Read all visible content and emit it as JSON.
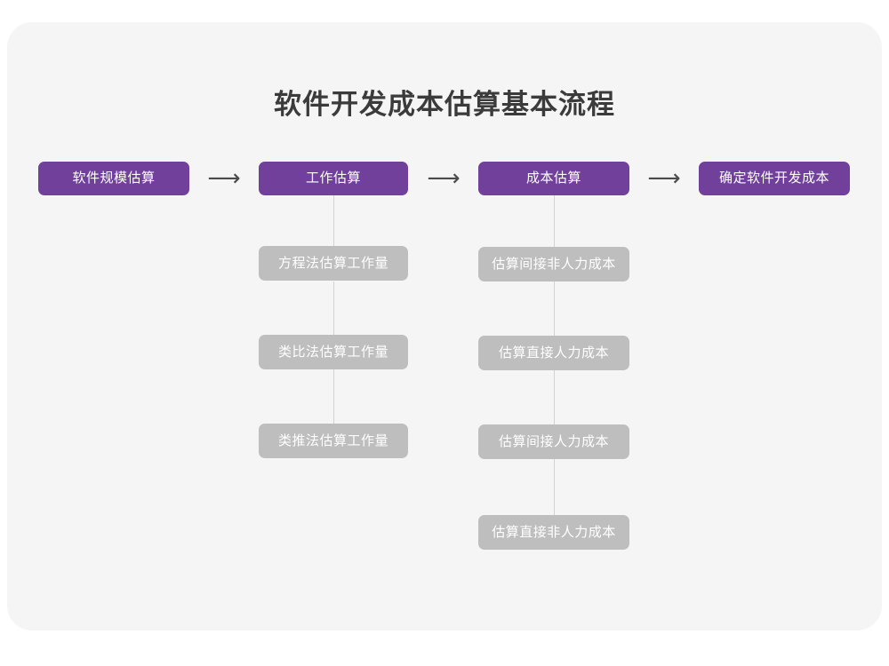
{
  "title": "软件开发成本估算基本流程",
  "colors": {
    "page_background": "#ffffff",
    "card_background": "#f5f5f5",
    "primary_node": "#70409b",
    "sub_node": "#bebebe",
    "connector_line": "#d2d2d2",
    "title_text": "#3b3b3b",
    "node_text": "#ffffff",
    "arrow": "#4a4a4a"
  },
  "arrows": {
    "glyph": "⟶",
    "icon_name": "long-right-arrow-icon",
    "items": [
      {
        "label": "⟶"
      },
      {
        "label": "⟶"
      },
      {
        "label": "⟶"
      }
    ]
  },
  "flow": {
    "stages": [
      {
        "id": "stage-1",
        "label": "软件规模估算",
        "substeps": []
      },
      {
        "id": "stage-2",
        "label": "工作估算",
        "substeps": [
          {
            "label": "方程法估算工作量"
          },
          {
            "label": "类比法估算工作量"
          },
          {
            "label": "类推法估算工作量"
          }
        ]
      },
      {
        "id": "stage-3",
        "label": "成本估算",
        "substeps": [
          {
            "label": "估算间接非人力成本"
          },
          {
            "label": "估算直接人力成本"
          },
          {
            "label": "估算间接人力成本"
          },
          {
            "label": "估算直接非人力成本"
          }
        ]
      },
      {
        "id": "stage-4",
        "label": "确定软件开发成本",
        "substeps": []
      }
    ]
  }
}
